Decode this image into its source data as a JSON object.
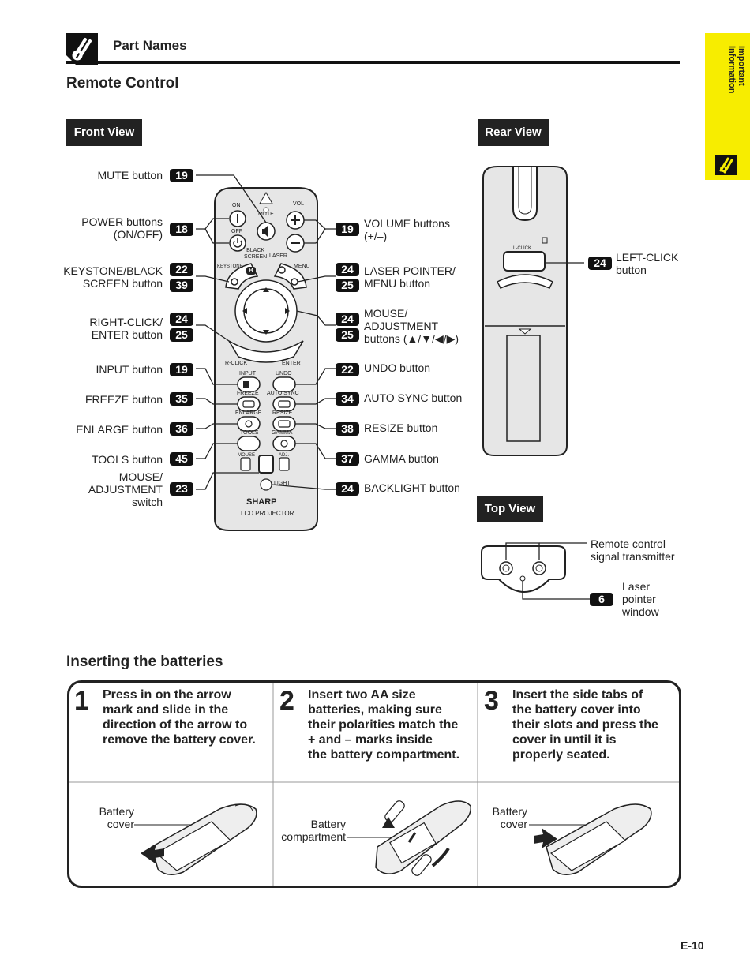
{
  "header": {
    "section_title": "Part Names",
    "page_heading": "Remote Control"
  },
  "side_tab": {
    "text": "Important\nInformation"
  },
  "views": {
    "front": "Front View",
    "rear": "Rear View",
    "top": "Top View"
  },
  "front_labels": {
    "mute": {
      "text": "MUTE button",
      "pages": [
        "19"
      ]
    },
    "power": {
      "text": "POWER buttons\n(ON/OFF)",
      "pages": [
        "18"
      ]
    },
    "keystone": {
      "text": "KEYSTONE/BLACK\nSCREEN button",
      "pages": [
        "22",
        "39"
      ]
    },
    "rclick": {
      "text": "RIGHT-CLICK/\nENTER button",
      "pages": [
        "24",
        "25"
      ]
    },
    "input": {
      "text": "INPUT button",
      "pages": [
        "19"
      ]
    },
    "freeze": {
      "text": "FREEZE button",
      "pages": [
        "35"
      ]
    },
    "enlarge": {
      "text": "ENLARGE button",
      "pages": [
        "36"
      ]
    },
    "tools": {
      "text": "TOOLS button",
      "pages": [
        "45"
      ]
    },
    "mouse_switch": {
      "text": "MOUSE/\nADJUSTMENT\nswitch",
      "pages": [
        "23"
      ]
    },
    "volume": {
      "text": "VOLUME buttons\n(+/–)",
      "pages": [
        "19"
      ]
    },
    "laser": {
      "text": "LASER POINTER/\nMENU button",
      "pages": [
        "24",
        "25"
      ]
    },
    "mouse_adj": {
      "text": "MOUSE/\nADJUSTMENT\nbuttons (▲/▼/◀/▶)",
      "pages": [
        "24",
        "25"
      ]
    },
    "undo": {
      "text": "UNDO button",
      "pages": [
        "22"
      ]
    },
    "autosync": {
      "text": "AUTO SYNC button",
      "pages": [
        "34"
      ]
    },
    "resize": {
      "text": "RESIZE button",
      "pages": [
        "38"
      ]
    },
    "gamma": {
      "text": "GAMMA button",
      "pages": [
        "37"
      ]
    },
    "backlight": {
      "text": "BACKLIGHT button",
      "pages": [
        "24"
      ]
    }
  },
  "remote_keys": {
    "on": "ON",
    "off": "OFF",
    "mute": "MUTE",
    "vol": "VOL",
    "black_screen": "BLACK\nSCREEN",
    "laser": "LASER",
    "keystone": "KEYSTONE",
    "menu": "MENU",
    "r_click": "R-CLICK",
    "enter": "ENTER",
    "input": "INPUT",
    "undo": "UNDO",
    "freeze": "FREEZE",
    "auto_sync": "AUTO SYNC",
    "enlarge": "ENLARGE",
    "resize": "RESIZE",
    "tools": "TOOLS",
    "gamma": "GAMMA",
    "mouse": "MOUSE",
    "adj": "ADJ.",
    "light": "LIGHT",
    "brand": "SHARP",
    "model": "LCD PROJECTOR",
    "b_key": "B",
    "l_click": "L-CLICK"
  },
  "rear_labels": {
    "left_click": {
      "text": "LEFT-CLICK\nbutton",
      "pages": [
        "24"
      ]
    }
  },
  "top_labels": {
    "transmitter": {
      "text": "Remote control\nsignal transmitter"
    },
    "laser_window": {
      "text": "Laser\npointer\nwindow",
      "pages": [
        "6"
      ]
    }
  },
  "batteries": {
    "heading": "Inserting the batteries",
    "steps": [
      {
        "num": "1",
        "text": "Press in on the arrow\nmark and slide in the\ndirection of the arrow to\nremove the battery cover.",
        "caption": "Battery\ncover"
      },
      {
        "num": "2",
        "text": "Insert two AA size\nbatteries, making sure\ntheir polarities match the\n+ and – marks inside\nthe battery compartment.",
        "caption": "Battery\ncompartment"
      },
      {
        "num": "3",
        "text": "Insert the side tabs of\nthe battery cover into\ntheir slots and press the\ncover in until it is\nproperly seated.",
        "caption": "Battery\ncover"
      }
    ]
  },
  "footer": {
    "page_number": "E-10"
  }
}
